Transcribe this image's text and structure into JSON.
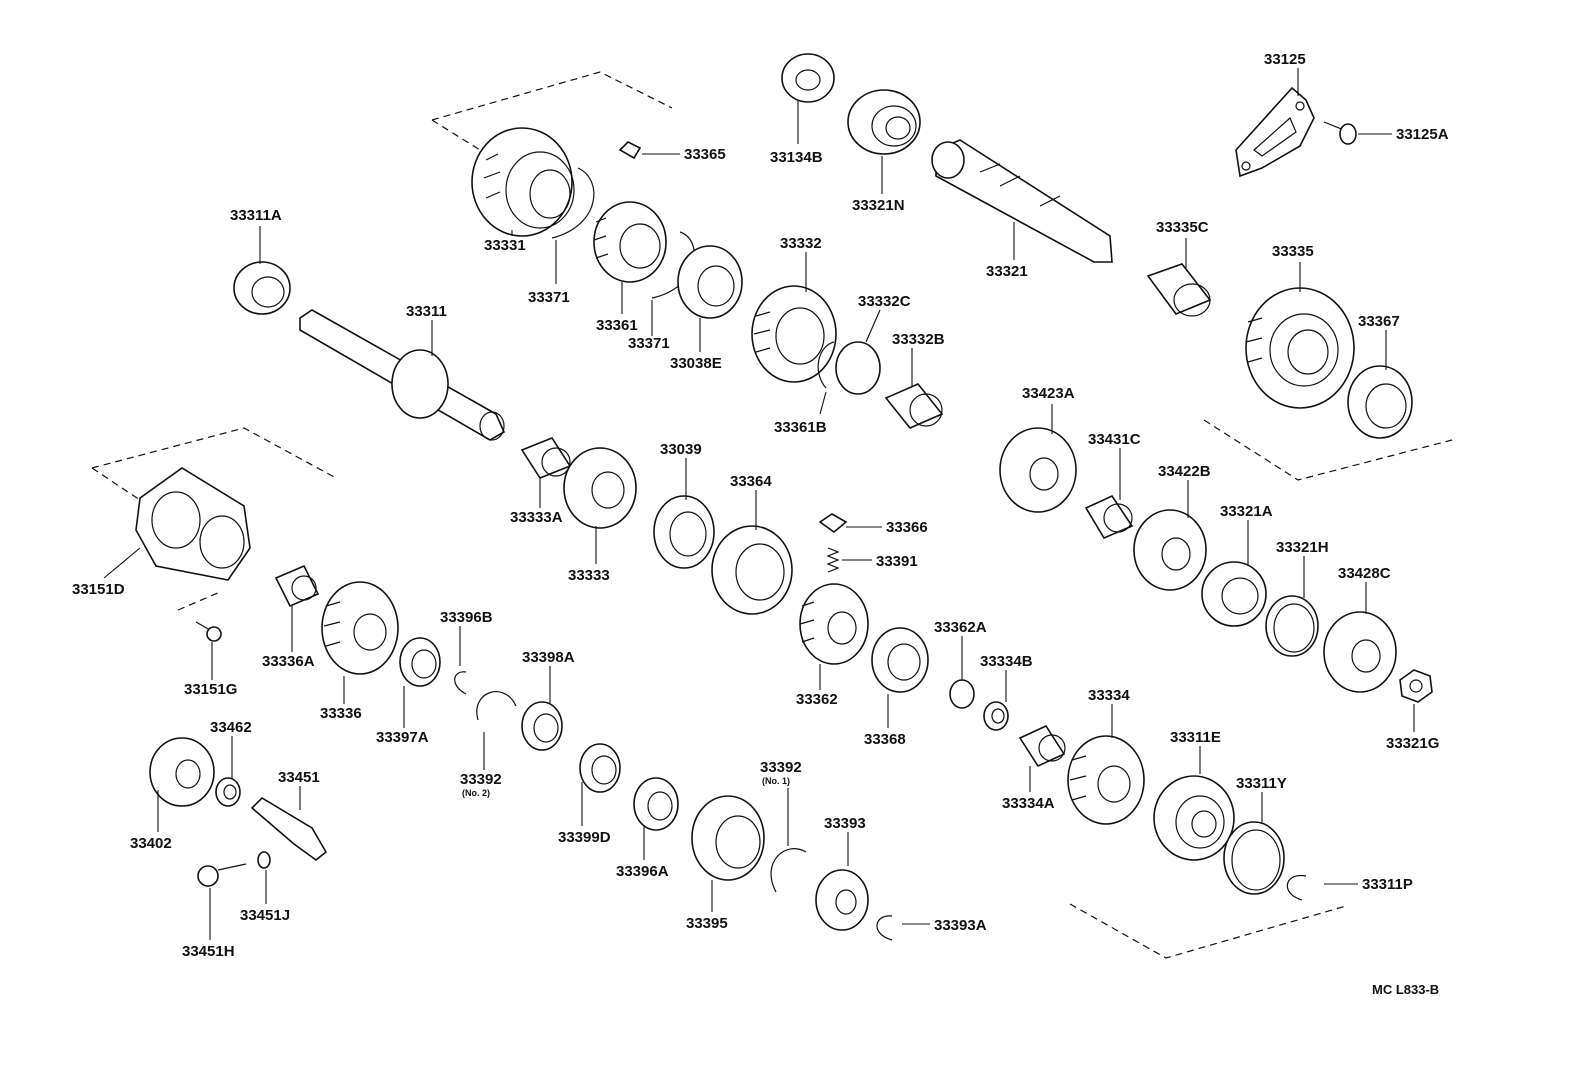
{
  "diagram_code": "MC L833-B",
  "parts": [
    {
      "id": "33125",
      "label": "33125"
    },
    {
      "id": "33125A",
      "label": "33125A"
    },
    {
      "id": "33134B",
      "label": "33134B"
    },
    {
      "id": "33321N",
      "label": "33321N"
    },
    {
      "id": "33365",
      "label": "33365"
    },
    {
      "id": "33311A",
      "label": "33311A"
    },
    {
      "id": "33331",
      "label": "33331"
    },
    {
      "id": "33371a",
      "label": "33371"
    },
    {
      "id": "33321",
      "label": "33321"
    },
    {
      "id": "33335C",
      "label": "33335C"
    },
    {
      "id": "33335",
      "label": "33335"
    },
    {
      "id": "33332",
      "label": "33332"
    },
    {
      "id": "33332C",
      "label": "33332C"
    },
    {
      "id": "33332B",
      "label": "33332B"
    },
    {
      "id": "33361",
      "label": "33361"
    },
    {
      "id": "33371b",
      "label": "33371"
    },
    {
      "id": "33038E",
      "label": "33038E"
    },
    {
      "id": "33311",
      "label": "33311"
    },
    {
      "id": "33367",
      "label": "33367"
    },
    {
      "id": "33361B",
      "label": "33361B"
    },
    {
      "id": "33423A",
      "label": "33423A"
    },
    {
      "id": "33431C",
      "label": "33431C"
    },
    {
      "id": "33422B",
      "label": "33422B"
    },
    {
      "id": "33039",
      "label": "33039"
    },
    {
      "id": "33364",
      "label": "33364"
    },
    {
      "id": "33333A",
      "label": "33333A"
    },
    {
      "id": "33333",
      "label": "33333"
    },
    {
      "id": "33366",
      "label": "33366"
    },
    {
      "id": "33391",
      "label": "33391"
    },
    {
      "id": "33321A",
      "label": "33321A"
    },
    {
      "id": "33321H",
      "label": "33321H"
    },
    {
      "id": "33428C",
      "label": "33428C"
    },
    {
      "id": "33151D",
      "label": "33151D"
    },
    {
      "id": "33396B",
      "label": "33396B"
    },
    {
      "id": "33362A",
      "label": "33362A"
    },
    {
      "id": "33398A",
      "label": "33398A"
    },
    {
      "id": "33334B",
      "label": "33334B"
    },
    {
      "id": "33336A",
      "label": "33336A"
    },
    {
      "id": "33151G",
      "label": "33151G"
    },
    {
      "id": "33336",
      "label": "33336"
    },
    {
      "id": "33362",
      "label": "33362"
    },
    {
      "id": "33334",
      "label": "33334"
    },
    {
      "id": "33462",
      "label": "33462"
    },
    {
      "id": "33397A",
      "label": "33397A"
    },
    {
      "id": "33368",
      "label": "33368"
    },
    {
      "id": "33321G",
      "label": "33321G"
    },
    {
      "id": "33311E",
      "label": "33311E"
    },
    {
      "id": "33451",
      "label": "33451"
    },
    {
      "id": "33392a",
      "label": "33392",
      "sub": "(No. 2)"
    },
    {
      "id": "33392b",
      "label": "33392",
      "sub": "(No. 1)"
    },
    {
      "id": "33311Y",
      "label": "33311Y"
    },
    {
      "id": "33334A",
      "label": "33334A"
    },
    {
      "id": "33402",
      "label": "33402"
    },
    {
      "id": "33399D",
      "label": "33399D"
    },
    {
      "id": "33393",
      "label": "33393"
    },
    {
      "id": "33396A",
      "label": "33396A"
    },
    {
      "id": "33311P",
      "label": "33311P"
    },
    {
      "id": "33451J",
      "label": "33451J"
    },
    {
      "id": "33395",
      "label": "33395"
    },
    {
      "id": "33393A",
      "label": "33393A"
    },
    {
      "id": "33451H",
      "label": "33451H"
    }
  ]
}
